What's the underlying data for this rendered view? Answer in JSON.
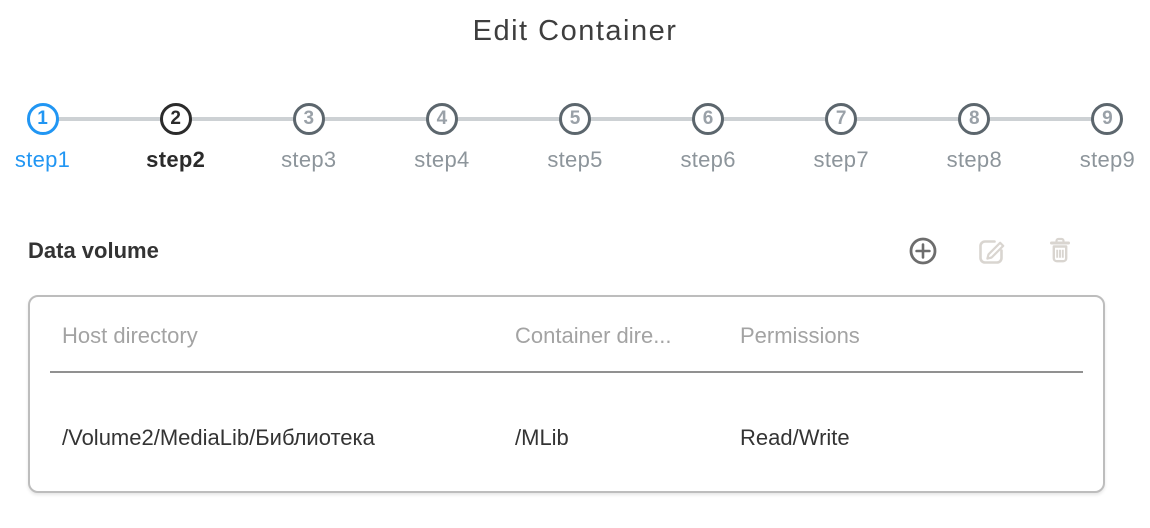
{
  "title": "Edit Container",
  "stepper": {
    "steps": [
      {
        "num": "1",
        "label": "step1",
        "state": "active"
      },
      {
        "num": "2",
        "label": "step2",
        "state": "current"
      },
      {
        "num": "3",
        "label": "step3",
        "state": "upcoming"
      },
      {
        "num": "4",
        "label": "step4",
        "state": "upcoming"
      },
      {
        "num": "5",
        "label": "step5",
        "state": "upcoming"
      },
      {
        "num": "6",
        "label": "step6",
        "state": "upcoming"
      },
      {
        "num": "7",
        "label": "step7",
        "state": "upcoming"
      },
      {
        "num": "8",
        "label": "step8",
        "state": "upcoming"
      },
      {
        "num": "9",
        "label": "step9",
        "state": "upcoming"
      }
    ]
  },
  "section": {
    "heading": "Data volume",
    "toolbar": [
      {
        "name": "add",
        "icon": "plus-circle-icon",
        "enabled": true
      },
      {
        "name": "edit",
        "icon": "edit-pencil-icon",
        "enabled": false
      },
      {
        "name": "delete",
        "icon": "trash-icon",
        "enabled": false
      }
    ]
  },
  "table": {
    "columns": [
      "Host directory",
      "Container dire...",
      "Permissions"
    ],
    "rows": [
      {
        "host_directory": "/Volume2/MediaLib/Библиотека",
        "container_directory": "/MLib",
        "permissions": "Read/Write"
      }
    ]
  },
  "colors": {
    "accent_blue": "#2196f3",
    "current_step": "#2b2b2b",
    "inactive_ring": "#5c666d",
    "inactive_text": "#8d959b",
    "connector": "#cdd1d4",
    "enabled_icon": "#6d6d6d",
    "disabled_icon": "#d9d5d0",
    "table_border": "#bdbdbd",
    "header_text": "#a3a3a3",
    "body_text": "#343434"
  }
}
